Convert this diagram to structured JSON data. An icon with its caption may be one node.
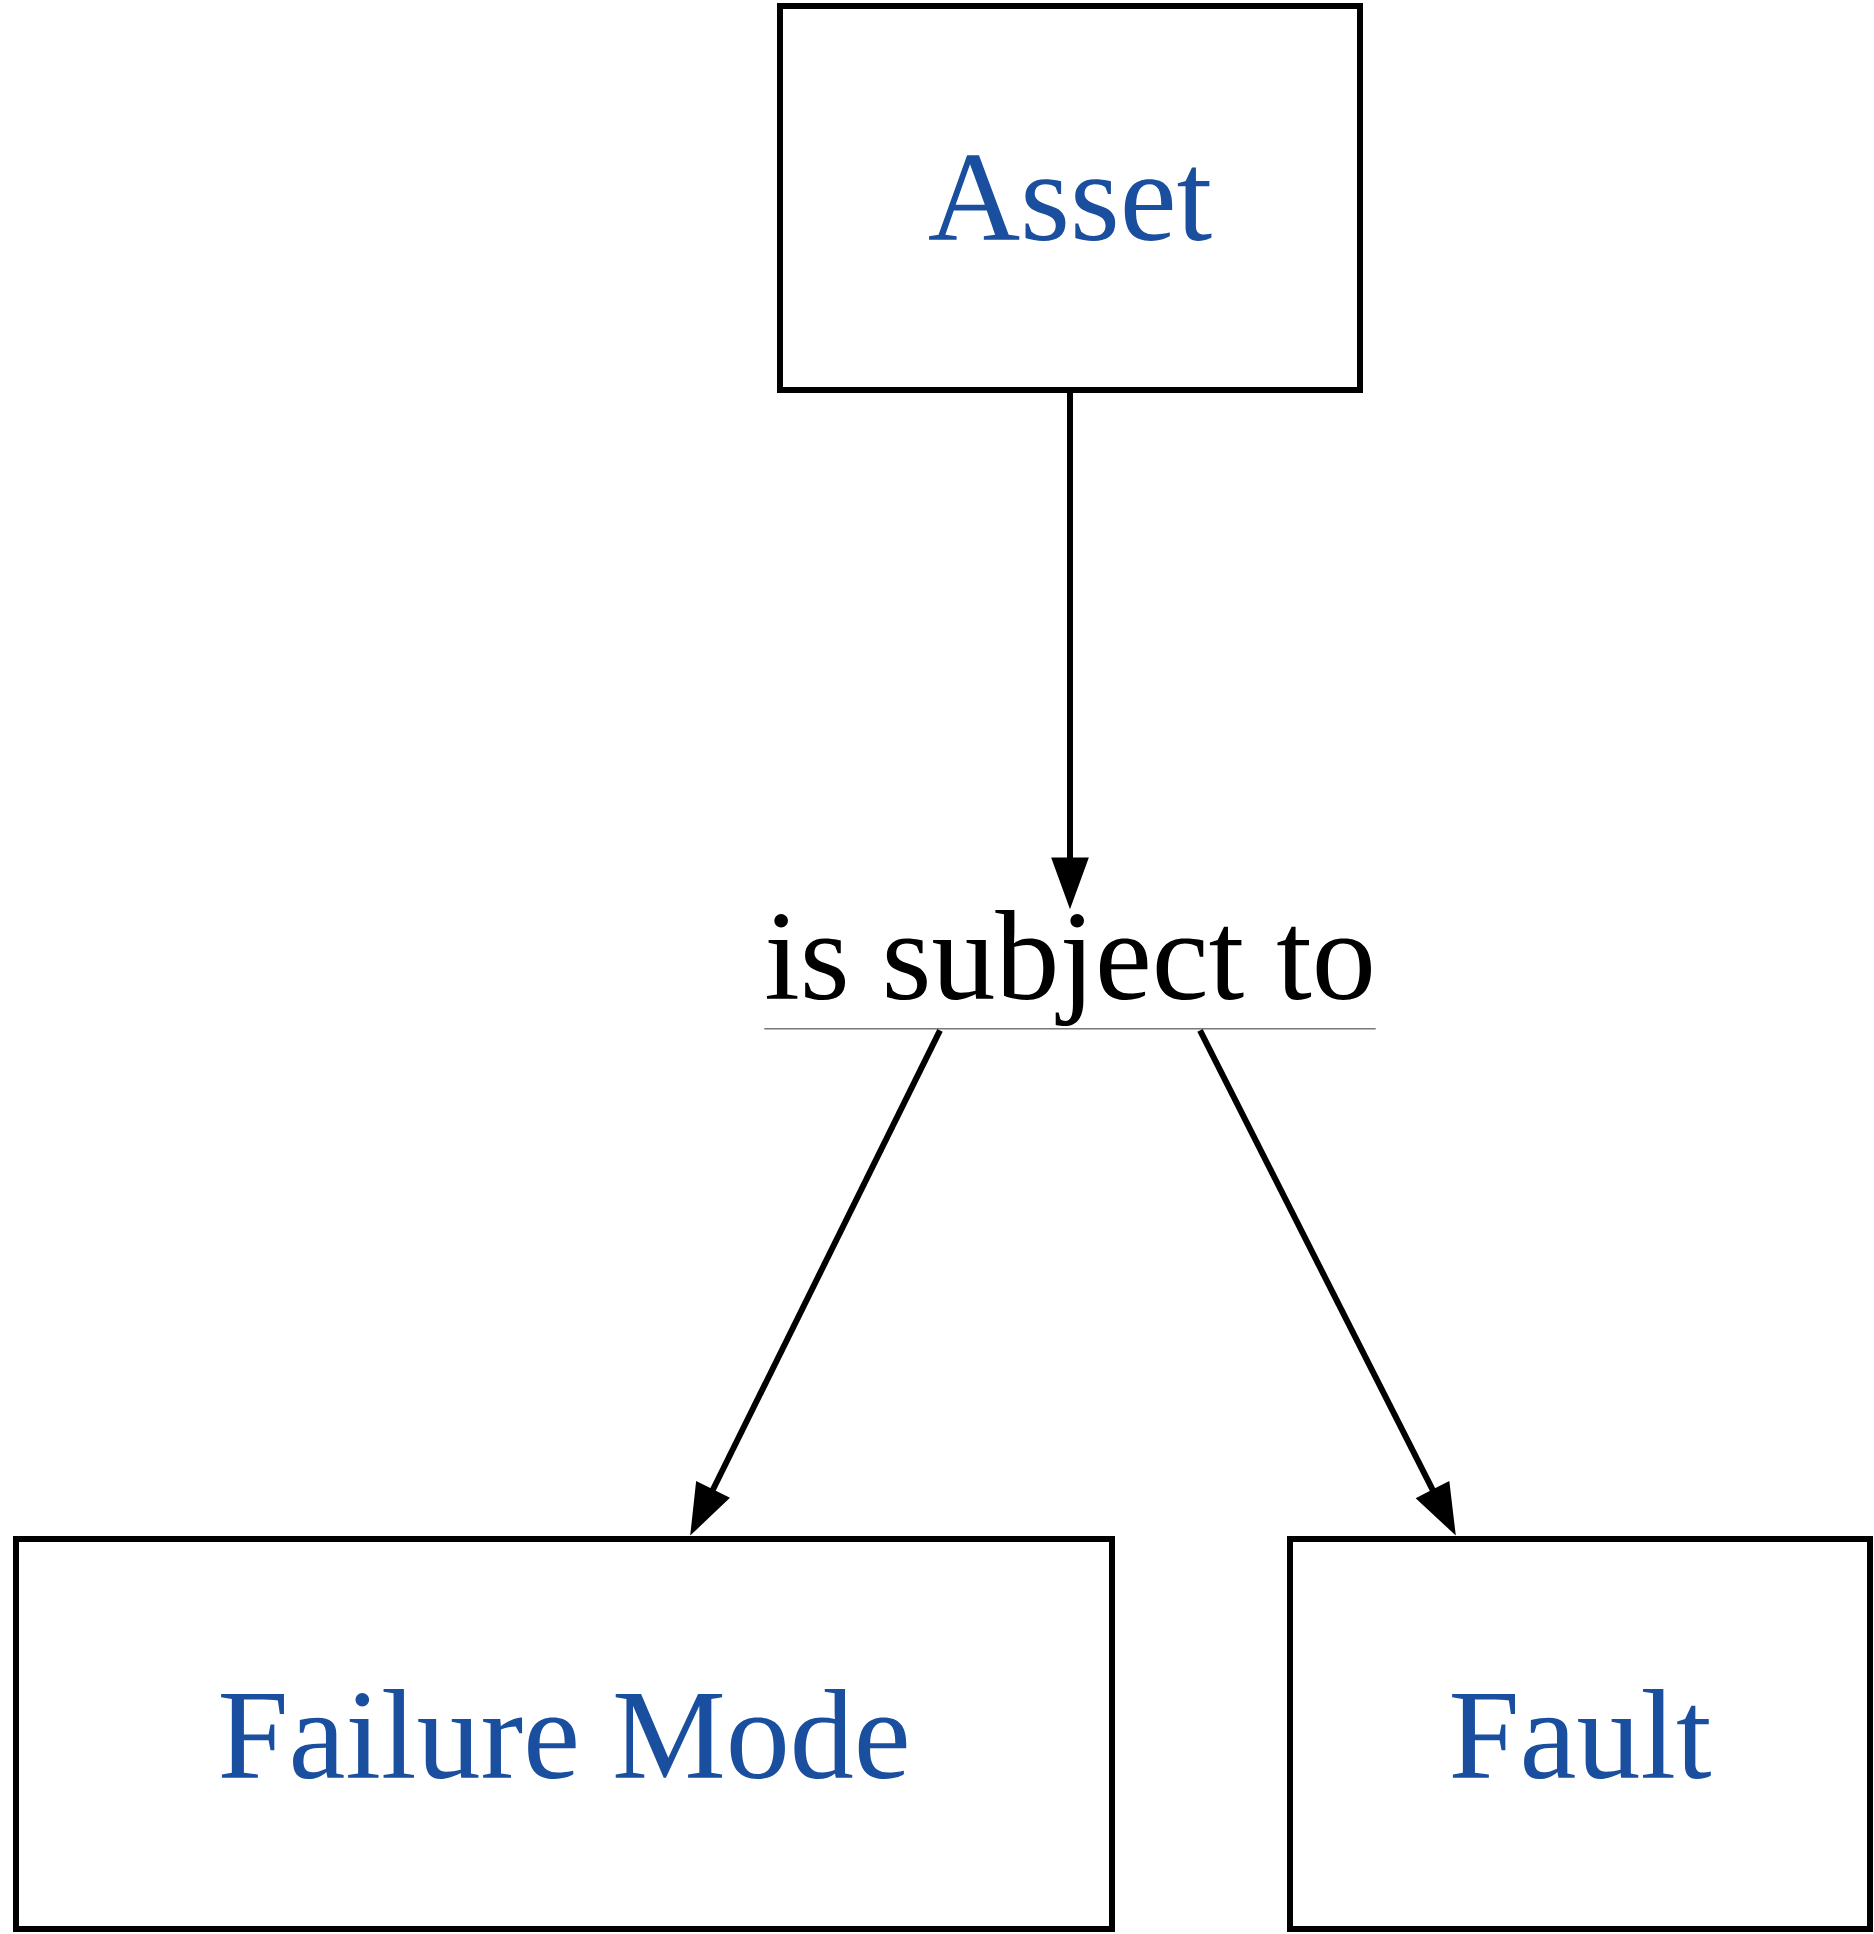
{
  "diagram": {
    "nodes": [
      {
        "text": [
          "Asset"
        ]
      },
      {
        "text": [
          "is subject to"
        ]
      },
      {
        "text": [
          "Failure Mode"
        ]
      },
      {
        "text": [
          "Fault"
        ]
      }
    ],
    "edges": [
      {
        "from": 0,
        "to": 1,
        "arrow": "to"
      },
      {
        "from": 1,
        "to": 2,
        "arrow": "to"
      },
      {
        "from": 1,
        "to": 3,
        "arrow": "to"
      }
    ]
  }
}
